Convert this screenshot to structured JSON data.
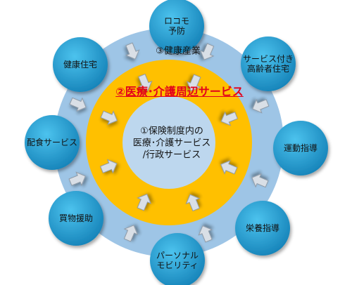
{
  "core": {
    "text": "①保険制度内の\n医療･介護サービス\n/行政サービス"
  },
  "middle_ring": {
    "title": "②医療･介護周辺サービス"
  },
  "outer_ring": {
    "title": "③健康産業"
  },
  "nodes": [
    {
      "id": "locomo",
      "label": "ロコモ\n予防"
    },
    {
      "id": "elderly-housing",
      "label": "サービス付き\n高齢者住宅"
    },
    {
      "id": "exercise",
      "label": "運動指導"
    },
    {
      "id": "nutrition",
      "label": "栄養指導"
    },
    {
      "id": "mobility",
      "label": "パーソナル\nモビリティ"
    },
    {
      "id": "shopping",
      "label": "買物援助"
    },
    {
      "id": "meal-delivery",
      "label": "配食サービス"
    },
    {
      "id": "healthy-housing",
      "label": "健康住宅"
    }
  ],
  "colors": {
    "outer_ring": "#9ec5e6",
    "middle_ring": "#ffc000",
    "core": "#bdd7ee",
    "node": "#1f9ed1",
    "arrow": "#d9dfe6",
    "title": "#e3001b"
  }
}
